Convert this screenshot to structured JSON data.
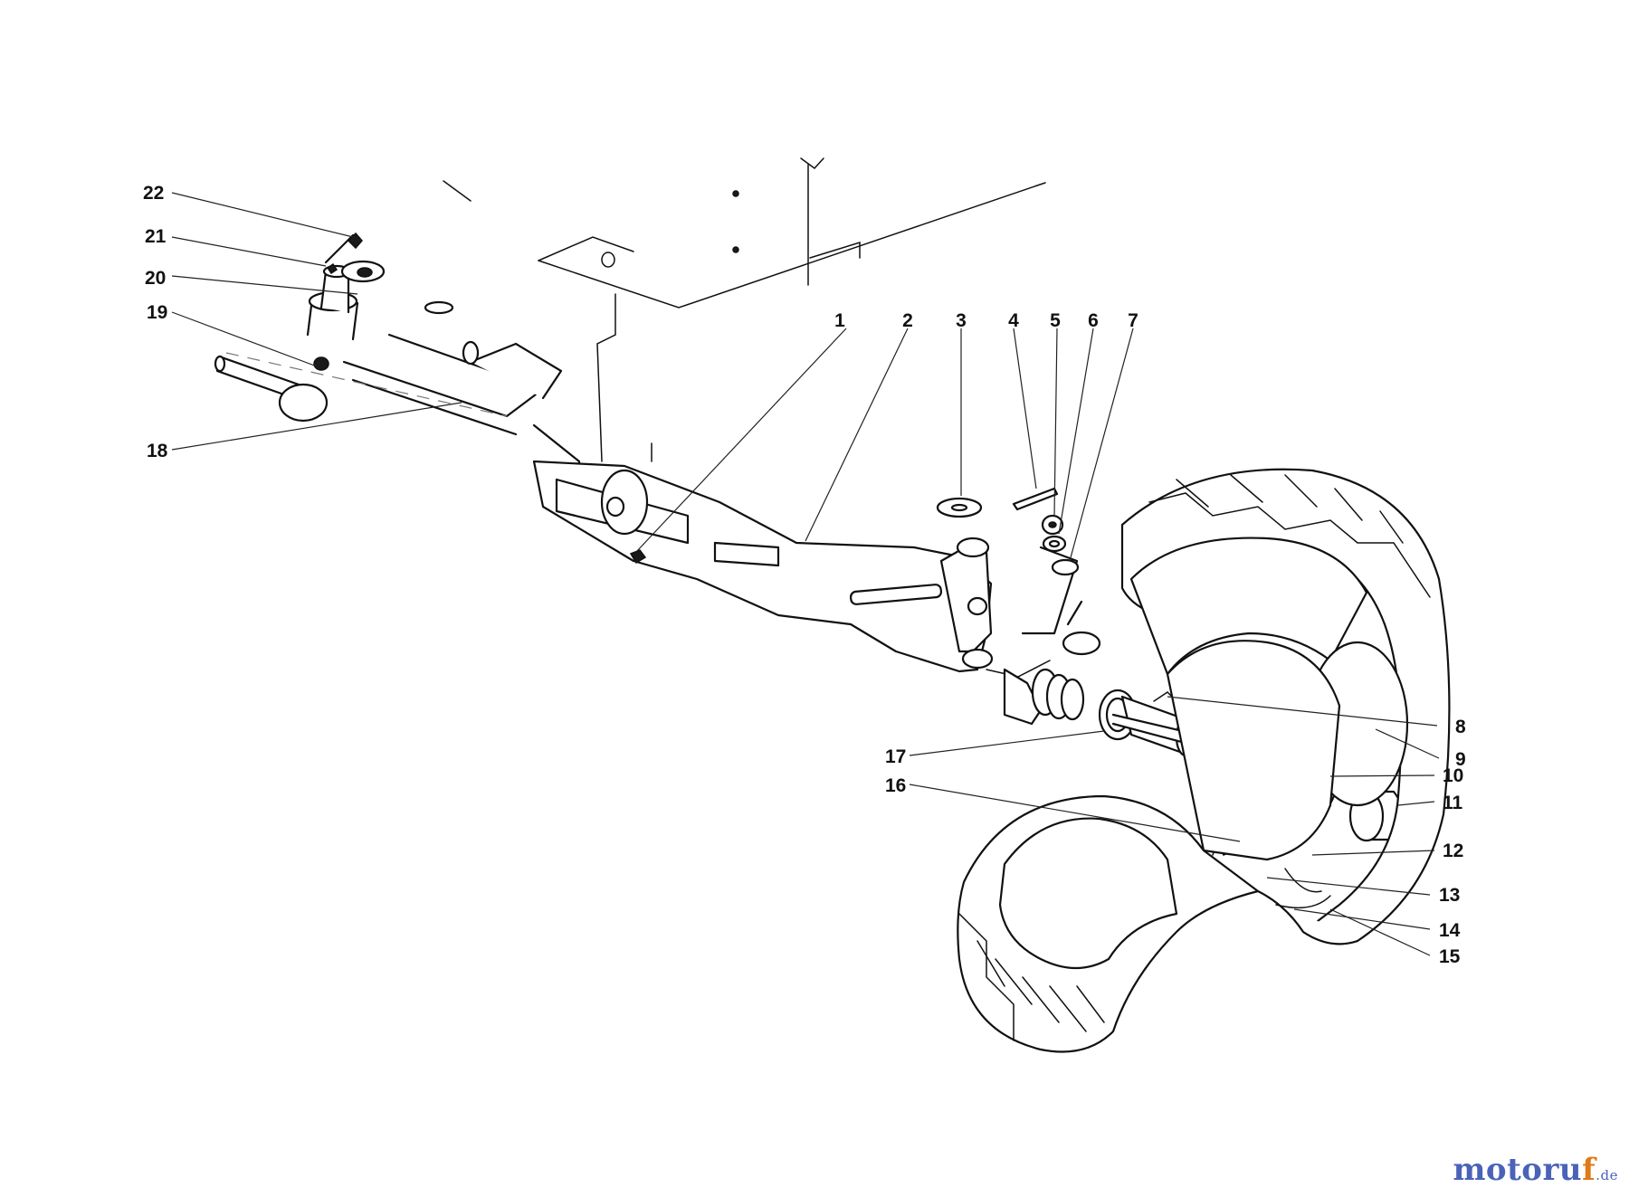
{
  "diagram": {
    "type": "exploded-parts-view",
    "callouts": [
      {
        "id": "1",
        "label": "1"
      },
      {
        "id": "2",
        "label": "2"
      },
      {
        "id": "3",
        "label": "3"
      },
      {
        "id": "4",
        "label": "4"
      },
      {
        "id": "5",
        "label": "5"
      },
      {
        "id": "6",
        "label": "6"
      },
      {
        "id": "7",
        "label": "7"
      },
      {
        "id": "8",
        "label": "8"
      },
      {
        "id": "9",
        "label": "9"
      },
      {
        "id": "10",
        "label": "10"
      },
      {
        "id": "11",
        "label": "11"
      },
      {
        "id": "12",
        "label": "12"
      },
      {
        "id": "13",
        "label": "13"
      },
      {
        "id": "14",
        "label": "14"
      },
      {
        "id": "15",
        "label": "15"
      },
      {
        "id": "16",
        "label": "16"
      },
      {
        "id": "17",
        "label": "17"
      },
      {
        "id": "18",
        "label": "18"
      },
      {
        "id": "19",
        "label": "19"
      },
      {
        "id": "20",
        "label": "20"
      },
      {
        "id": "21",
        "label": "21"
      },
      {
        "id": "22",
        "label": "22"
      }
    ]
  },
  "watermark": {
    "main": "motoru",
    "accent": "f",
    "tld": ".de",
    "colors": {
      "main": "#4a63b8",
      "accent": "#e07a16"
    }
  }
}
